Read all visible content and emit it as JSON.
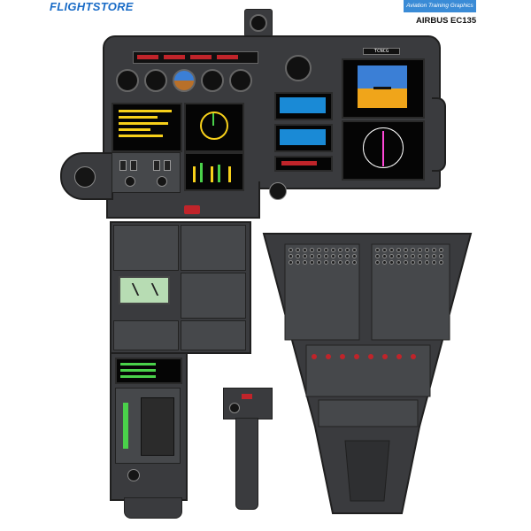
{
  "header": {
    "brand": "FLIGHTSTORE",
    "publisher": "Aviation Training Graphics",
    "aircraft": "AIRBUS EC135"
  },
  "cockpit": {
    "display_label": "TCNCG",
    "colors": {
      "panel": "#3a3b3e",
      "screen": "#050505",
      "attitude_sky": "#3b7fd6",
      "attitude_ground": "#f0a51a",
      "fms_text": "#f7d01a",
      "cb_red": "#c0242a"
    }
  }
}
